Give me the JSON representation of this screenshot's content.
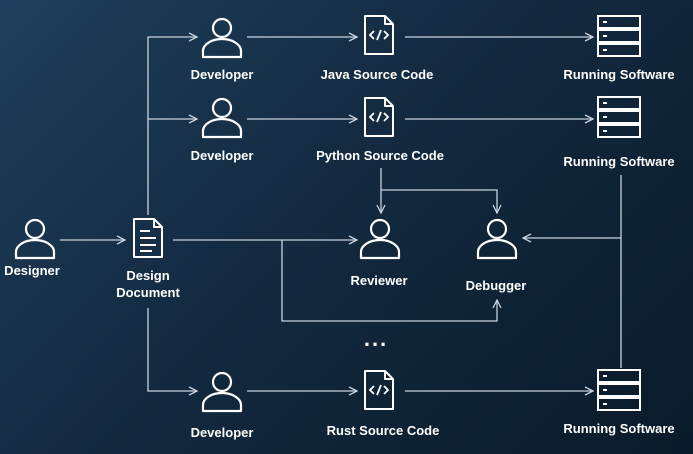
{
  "nodes": {
    "designer": "Designer",
    "design_document": [
      "Design",
      "Document"
    ],
    "developer_java": "Developer",
    "developer_python": "Developer",
    "developer_rust": "Developer",
    "java_source": "Java Source Code",
    "python_source": "Python Source Code",
    "rust_source": "Rust Source Code",
    "running_software_1": "Running Software",
    "running_software_2": "Running Software",
    "running_software_3": "Running Software",
    "reviewer": "Reviewer",
    "debugger": "Debugger",
    "ellipsis": "..."
  },
  "colors": {
    "line": "#c7d2dd",
    "icon": "#ffffff",
    "background_start": "#1f3f5c",
    "background_end": "#0a1a29"
  },
  "icons": [
    "person-icon",
    "document-icon",
    "code-file-icon",
    "server-icon"
  ]
}
